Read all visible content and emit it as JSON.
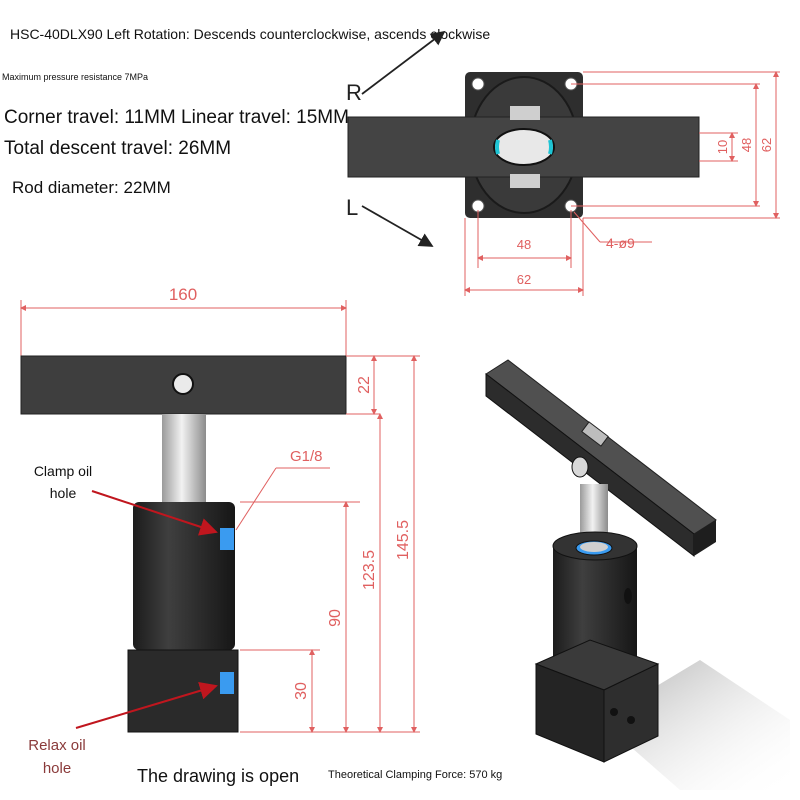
{
  "text": {
    "title": "HSC-40DLX90 Left Rotation: Descends counterclockwise, ascends clockwise",
    "pressure": "Maximum pressure resistance 7MPa",
    "corner_travel": "Corner travel: 11MM Linear travel: 15MM",
    "descent_travel": "Total descent travel: 26MM",
    "rod_diameter": "Rod diameter: 22MM",
    "clamp_label": "Clamp oil hole",
    "relax_label": "Relax oil hole",
    "open_note": "The drawing is open",
    "force_note": "Theoretical Clamping Force: 570 kg"
  },
  "top_view": {
    "r_label": "R",
    "l_label": "L",
    "dim_10": "10",
    "dim_48_v": "48",
    "dim_62_v": "62",
    "dim_48_h": "48",
    "dim_62_h": "62",
    "holes": "4-ø9"
  },
  "side_view": {
    "dim_160": "160",
    "dim_22": "22",
    "thread": "G1/8",
    "dim_123_5": "123.5",
    "dim_145_5": "145.5",
    "dim_90": "90",
    "dim_30": "30"
  },
  "colors": {
    "body": "#2c2c2c",
    "arm": "#3c3c3c",
    "dimension": "#e06060",
    "port": "#3a9bf0",
    "arrow_red": "#c0161e"
  }
}
